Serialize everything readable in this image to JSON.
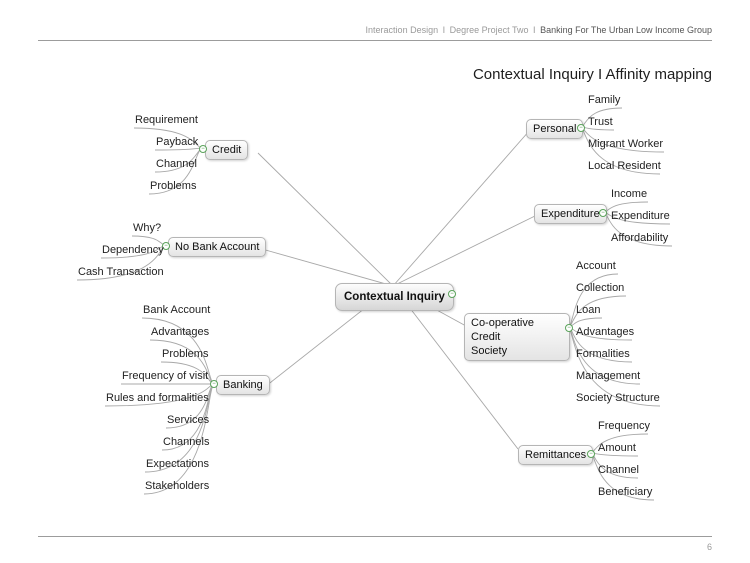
{
  "header": {
    "crumb1": "Interaction Design",
    "crumb2": "Degree Project Two",
    "crumb3": "Banking For The Urban Low Income Group",
    "separator": "I"
  },
  "title": "Contextual Inquiry I Affinity mapping",
  "page_number": "6",
  "mindmap": {
    "center": "Contextual Inquiry",
    "credit": {
      "label": "Credit",
      "items": [
        "Requirement",
        "Payback",
        "Channel",
        "Problems"
      ]
    },
    "no_bank_account": {
      "label": "No Bank Account",
      "items": [
        "Why?",
        "Dependency",
        "Cash Transaction"
      ]
    },
    "banking": {
      "label": "Banking",
      "items": [
        "Bank Account",
        "Advantages",
        "Problems",
        "Frequency of visit",
        "Rules and formalities",
        "Services",
        "Channels",
        "Expectations",
        "Stakeholders"
      ]
    },
    "personal": {
      "label": "Personal",
      "items": [
        "Family",
        "Trust",
        "Migrant Worker",
        "Local Resident"
      ]
    },
    "expenditure": {
      "label": "Expenditure",
      "items": [
        "Income",
        "Expenditure",
        "Affordability"
      ]
    },
    "cooperative": {
      "label_line1": "Co-operative Credit",
      "label_line2": "Society",
      "items": [
        "Account",
        "Collection",
        "Loan",
        "Advantages",
        "Formalities",
        "Management",
        "Society Structure"
      ]
    },
    "remittances": {
      "label": "Remittances",
      "items": [
        "Frequency",
        "Amount",
        "Channel",
        "Beneficiary"
      ]
    }
  },
  "colors": {
    "toggle": "#5aa35a",
    "line": "#a8a8a8",
    "rule": "#9c9c9c"
  }
}
